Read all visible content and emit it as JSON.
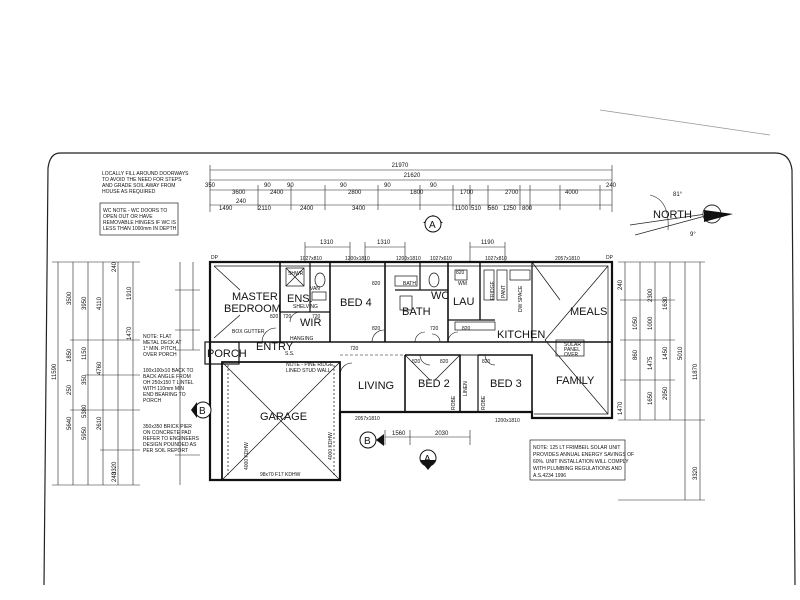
{
  "rooms": {
    "master_bedroom": [
      "MASTER",
      "BEDROOM"
    ],
    "ensuite": "ENS.",
    "wir": "WIR",
    "bed4": "BED 4",
    "bath": "BATH",
    "bath_label": "BATH",
    "wc": "WC",
    "laundry": "LAU",
    "kitchen": "KITCHEN",
    "meals": "MEALS",
    "family": "FAMILY",
    "living": "LIVING",
    "bed2": "BED 2",
    "bed3": "BED 3",
    "entry": "ENTRY",
    "porch": "PORCH",
    "garage": "GARAGE"
  },
  "north": {
    "label": "NORTH",
    "angle_top": "81°",
    "angle_bottom": "9°"
  },
  "section_markers": {
    "a": "A",
    "b": "B"
  },
  "dimensions": {
    "top_overall": "21970",
    "top_second": "21620",
    "top_row": [
      "350",
      "3600",
      "90",
      "2400",
      "90",
      "2800",
      "90",
      "1800",
      "90",
      "1700",
      "90",
      "2700",
      "4000",
      "240"
    ],
    "top_row2": [
      "240",
      "1490",
      "2110",
      "2400",
      "3400",
      "1100",
      "510",
      "560",
      "1250",
      "800"
    ],
    "inner_top": [
      "1310",
      "1310",
      "1190"
    ],
    "windows_top": [
      "1027x810",
      "1200x1810",
      "1200x1810",
      "1027x610",
      "1027x810",
      "2057x1810"
    ],
    "bottom": [
      "1560",
      "2030"
    ],
    "bottom_windows": [
      "2057x1810",
      "1200x1810"
    ],
    "left_outer": [
      "11590",
      "5640",
      "5950",
      "3320"
    ],
    "left_inner": [
      "3500",
      "1850",
      "3950",
      "1150",
      "4110",
      "4760",
      "2610",
      "5380"
    ],
    "left_small": [
      "1910",
      "1470",
      "240",
      "350",
      "250",
      "240"
    ],
    "right": [
      "2300",
      "1050",
      "1630",
      "1000",
      "1450",
      "2950",
      "11870",
      "3320",
      "1475",
      "1650",
      "860",
      "5010",
      "240",
      "1470"
    ],
    "doors": [
      "820",
      "720",
      "720",
      "820",
      "820",
      "720",
      "820",
      "820",
      "820",
      "820",
      "820",
      "720"
    ]
  },
  "notes": {
    "doorways": [
      "LOCALLY FILL AROUND DOORWAYS",
      "TO AVOID THE NEED FOR STEPS",
      "AND GRADE SOIL AWAY FROM",
      "HOUSE AS REQUIRED"
    ],
    "wc": [
      "WC NOTE - WC DOORS TO",
      "OPEN OUT OR HAVE",
      "REMOVABLE HINGES IF WC IS",
      "LESS THAN 1000mm IN DEPTH"
    ],
    "flat_deck": [
      "NOTE: FLAT",
      "METAL DECK AT",
      "1° MIN. PITCH",
      "OVER PORCH"
    ],
    "box_gutter": "BOX GUTTER",
    "stud_wall": [
      "NOTE - PINE RIDGE",
      "LINED STUD WALL"
    ],
    "back_angle": [
      "100x100x10 BACK TO",
      "BACK ANGLE FROM",
      "OH 250x150 T LINTEL",
      "WITH 110mm MIN",
      "END BEARING TO",
      "PORCH"
    ],
    "brick_pier": [
      "350x350 BRICK PIER",
      "ON CONCRETE PAD",
      "REFER TO ENGINEERS",
      "DESIGN POUNDED AS",
      "PER SOIL REPORT"
    ],
    "solar": [
      "NOTE: 125 LT FRIMBEIL SOLAR UNIT",
      "PROVIDES ANNUAL ENERGY SAVINGS OF",
      "60%. UNIT INSTALLATION WILL COMPLY",
      "WITH PLUMBING REGULATIONS AND",
      "A.S.4234 1996"
    ],
    "garage_door": "98x70 F17 KDHW",
    "garage_beam": "4000 KDHW",
    "meals_solar": [
      "SOLAR",
      "PANEL",
      "OVER"
    ],
    "kitchen_fridge": "FRIDGE",
    "kitchen_dw": "DW SPACE",
    "linen": "LINEN",
    "pantry": "PANT",
    "hanging": "HANGING",
    "shelving": "SHELVING",
    "robe": [
      "ROBE",
      "ROBE"
    ],
    "dp": "DP",
    "ss": "S.S.",
    "van": "VAN",
    "shower": "SHWR",
    "ensuite_window": "820",
    "wm": "WM"
  }
}
